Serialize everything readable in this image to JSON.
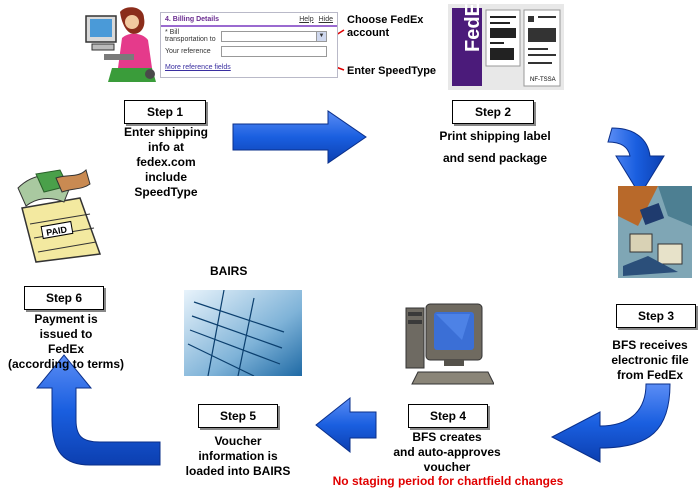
{
  "billing_form": {
    "title": "4. Billing Details",
    "help": "Help",
    "hide": "Hide",
    "field1_label": "* Bill transportation to",
    "field2_label": "Your reference",
    "more_link": "More reference fields"
  },
  "callouts": {
    "choose": "Choose FedEx account",
    "enter": "Enter SpeedType"
  },
  "label_image": {
    "brand": "FedEx",
    "code": "NF-TSSA"
  },
  "paid_stamp": "PAID",
  "bairs_title": "BAIRS",
  "note": "No staging period for chartfield changes",
  "colors": {
    "arrow": "#1a5fe0",
    "note": "#e00000"
  },
  "steps": [
    {
      "label": "Step 1",
      "desc": [
        "Enter shipping",
        "info at",
        "fedex.com",
        "include",
        "SpeedType"
      ]
    },
    {
      "label": "Step 2",
      "desc": [
        "Print shipping label",
        "and send package"
      ]
    },
    {
      "label": "Step 3",
      "desc": [
        "BFS receives",
        "electronic file",
        "from FedEx"
      ]
    },
    {
      "label": "Step 4",
      "desc": [
        "BFS creates",
        "and auto-approves",
        "voucher"
      ]
    },
    {
      "label": "Step 5",
      "desc": [
        "Voucher",
        "information is",
        "loaded into BAIRS"
      ]
    },
    {
      "label": "Step 6",
      "desc": [
        "Payment  is",
        "issued to",
        "FedEx",
        "(according to terms)"
      ]
    }
  ]
}
